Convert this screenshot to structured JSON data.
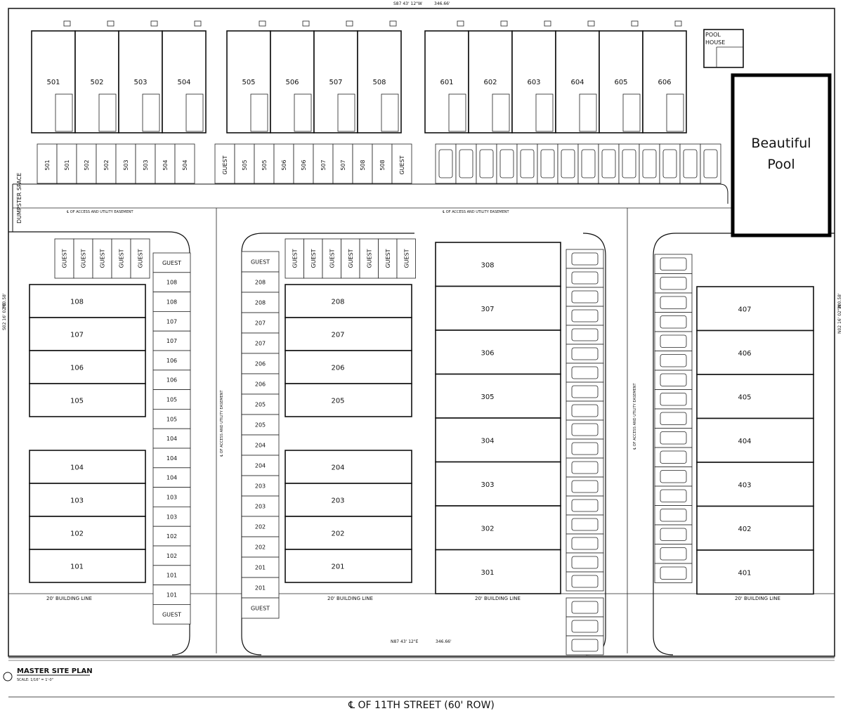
{
  "plan": {
    "top_bearing": "S87 43' 12\"W",
    "top_distance": "346.66'",
    "bottom_bearing": "N87 43' 12\"E",
    "bottom_distance": "346.66'",
    "left_bearing": "S02 16' 02\"E",
    "left_distance": "300.58'",
    "right_bearing": "N02 16' 02\"W",
    "right_distance": "300.58'",
    "easement_label": "℄ OF ACCESS AND UTILITY EASEMENT",
    "building_line": "20' BUILDING LINE",
    "dumpster": "DUMPSTER SPACE",
    "pool_house": [
      "POOL",
      "HOUSE"
    ],
    "pool": [
      "Beautiful",
      "Pool"
    ],
    "title": "MASTER SITE PLAN",
    "scale": "SCALE: 1/16\" = 1'-0\"",
    "street": "℄ OF 11TH STREET (60' ROW)",
    "guest": "GUEST",
    "top_units_a": [
      "501",
      "502",
      "503",
      "504"
    ],
    "top_units_b": [
      "505",
      "506",
      "507",
      "508"
    ],
    "top_units_c": [
      "601",
      "602",
      "603",
      "604",
      "605",
      "606"
    ],
    "top_stalls_a": [
      "501",
      "501",
      "502",
      "502",
      "503",
      "503",
      "504",
      "504"
    ],
    "top_stalls_b": [
      "GUEST",
      "505",
      "505",
      "506",
      "506",
      "507",
      "507",
      "508",
      "508",
      "GUEST"
    ],
    "units_100": [
      "108",
      "107",
      "106",
      "105",
      "104",
      "103",
      "102",
      "101"
    ],
    "units_200": [
      "208",
      "207",
      "206",
      "205",
      "204",
      "203",
      "202",
      "201"
    ],
    "units_300": [
      "308",
      "307",
      "306",
      "305",
      "304",
      "303",
      "302",
      "301"
    ],
    "units_400": [
      "407",
      "406",
      "405",
      "404",
      "403",
      "402",
      "401"
    ],
    "stalls_100": [
      "GUEST",
      "108",
      "108",
      "107",
      "107",
      "106",
      "106",
      "105",
      "105",
      "104",
      "104",
      "104",
      "103",
      "103",
      "102",
      "102",
      "101",
      "101",
      "GUEST"
    ],
    "stalls_200": [
      "GUEST",
      "208",
      "208",
      "207",
      "207",
      "206",
      "206",
      "205",
      "205",
      "204",
      "204",
      "203",
      "203",
      "202",
      "202",
      "201",
      "201",
      "GUEST"
    ]
  }
}
